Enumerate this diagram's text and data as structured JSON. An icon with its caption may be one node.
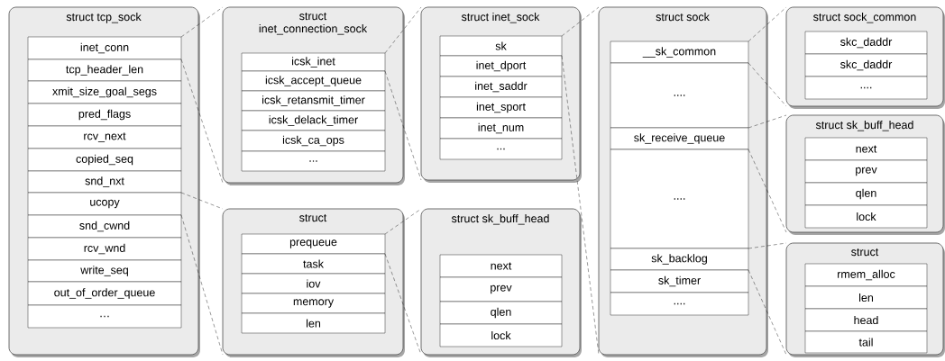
{
  "diagram": {
    "nodes": [
      {
        "text": [
          "struct tcp_sock"
        ]
      },
      {
        "text": [
          "inet_conn"
        ],
        "in": 0
      },
      {
        "text": [
          "tcp_header_len"
        ],
        "in": 0
      },
      {
        "text": [
          "xmit_size_goal_segs"
        ],
        "in": 0
      },
      {
        "text": [
          "pred_flags"
        ],
        "in": 0
      },
      {
        "text": [
          "rcv_next"
        ],
        "in": 0
      },
      {
        "text": [
          "copied_seq"
        ],
        "in": 0
      },
      {
        "text": [
          "snd_nxt"
        ],
        "in": 0
      },
      {
        "text": [
          "ucopy"
        ],
        "in": 0
      },
      {
        "text": [
          "snd_cwnd"
        ],
        "in": 0
      },
      {
        "text": [
          "rcv_wnd"
        ],
        "in": 0
      },
      {
        "text": [
          "write_seq"
        ],
        "in": 0
      },
      {
        "text": [
          "out_of_order_queue"
        ],
        "in": 0
      },
      {
        "text": [
          "…"
        ],
        "in": 0
      },
      {
        "text": [
          "struct inet_connection_sock"
        ]
      },
      {
        "text": [
          "icsk_inet"
        ],
        "in": 14
      },
      {
        "text": [
          "icsk_accept_queue"
        ],
        "in": 14
      },
      {
        "text": [
          "icsk_retansmit_timer"
        ],
        "in": 14
      },
      {
        "text": [
          "icsk_delack_timer"
        ],
        "in": 14
      },
      {
        "text": [
          "icsk_ca_ops"
        ],
        "in": 14
      },
      {
        "text": [
          "..."
        ],
        "in": 14
      },
      {
        "text": [
          "struct"
        ]
      },
      {
        "text": [
          "prequeue"
        ],
        "in": 21
      },
      {
        "text": [
          "task"
        ],
        "in": 21
      },
      {
        "text": [
          "iov"
        ],
        "in": 21
      },
      {
        "text": [
          "memory"
        ],
        "in": 21
      },
      {
        "text": [
          "len"
        ],
        "in": 21
      },
      {
        "text": [
          "struct inet_sock"
        ]
      },
      {
        "text": [
          "sk"
        ],
        "in": 27
      },
      {
        "text": [
          "inet_dport"
        ],
        "in": 27
      },
      {
        "text": [
          "inet_saddr"
        ],
        "in": 27
      },
      {
        "text": [
          "inet_sport"
        ],
        "in": 27
      },
      {
        "text": [
          "inet_num"
        ],
        "in": 27
      },
      {
        "text": [
          "..."
        ],
        "in": 27
      },
      {
        "text": [
          "struct sk_buff_head"
        ]
      },
      {
        "text": [
          "next"
        ],
        "in": 34
      },
      {
        "text": [
          "prev"
        ],
        "in": 34
      },
      {
        "text": [
          "qlen"
        ],
        "in": 34
      },
      {
        "text": [
          "lock"
        ],
        "in": 34
      },
      {
        "text": [
          "struct sock"
        ]
      },
      {
        "text": [
          "__sk_common"
        ],
        "in": 39
      },
      {
        "text": [
          "...."
        ],
        "in": 39
      },
      {
        "text": [
          "sk_receive_queue"
        ],
        "in": 39
      },
      {
        "text": [
          "...."
        ],
        "in": 39
      },
      {
        "text": [
          "sk_backlog"
        ],
        "in": 39
      },
      {
        "text": [
          "sk_timer"
        ],
        "in": 39
      },
      {
        "text": [
          "...."
        ],
        "in": 39
      },
      {
        "text": [
          "struct sock_common"
        ]
      },
      {
        "text": [
          "skc_daddr"
        ],
        "in": 47
      },
      {
        "text": [
          "skc_daddr"
        ],
        "in": 47
      },
      {
        "text": [
          "...."
        ],
        "in": 47
      },
      {
        "text": [
          "struct sk_buff_head"
        ]
      },
      {
        "text": [
          "next"
        ],
        "in": 51
      },
      {
        "text": [
          "prev"
        ],
        "in": 51
      },
      {
        "text": [
          "qlen"
        ],
        "in": 51
      },
      {
        "text": [
          "lock"
        ],
        "in": 51
      },
      {
        "text": [
          "struct"
        ]
      },
      {
        "text": [
          "rmem_alloc"
        ],
        "in": 56
      },
      {
        "text": [
          "len"
        ],
        "in": 56
      },
      {
        "text": [
          "head"
        ],
        "in": 56
      },
      {
        "text": [
          "tail"
        ],
        "in": 56
      }
    ],
    "edges": [
      {
        "from": 1,
        "to": 14,
        "arrow": "none",
        "style": "dashed"
      },
      {
        "from": 1,
        "to": 14,
        "arrow": "none",
        "style": "dashed"
      },
      {
        "from": 8,
        "to": 21,
        "arrow": "none",
        "style": "dashed"
      },
      {
        "from": 8,
        "to": 21,
        "arrow": "none",
        "style": "dashed"
      },
      {
        "from": 15,
        "to": 27,
        "arrow": "none",
        "style": "dashed"
      },
      {
        "from": 15,
        "to": 27,
        "arrow": "none",
        "style": "dashed"
      },
      {
        "from": 22,
        "to": 34,
        "arrow": "none",
        "style": "dashed"
      },
      {
        "from": 22,
        "to": 34,
        "arrow": "none",
        "style": "dashed"
      },
      {
        "from": 28,
        "to": 39,
        "arrow": "none",
        "style": "dashed"
      },
      {
        "from": 28,
        "to": 39,
        "arrow": "none",
        "style": "dashed"
      },
      {
        "from": 40,
        "to": 47,
        "arrow": "none",
        "style": "dashed"
      },
      {
        "from": 40,
        "to": 47,
        "arrow": "none",
        "style": "dashed"
      },
      {
        "from": 42,
        "to": 51,
        "arrow": "none",
        "style": "dashed"
      },
      {
        "from": 42,
        "to": 51,
        "arrow": "none",
        "style": "dashed"
      },
      {
        "from": 44,
        "to": 56,
        "arrow": "none",
        "style": "dashed"
      },
      {
        "from": 44,
        "to": 56,
        "arrow": "none",
        "style": "dashed"
      }
    ]
  }
}
